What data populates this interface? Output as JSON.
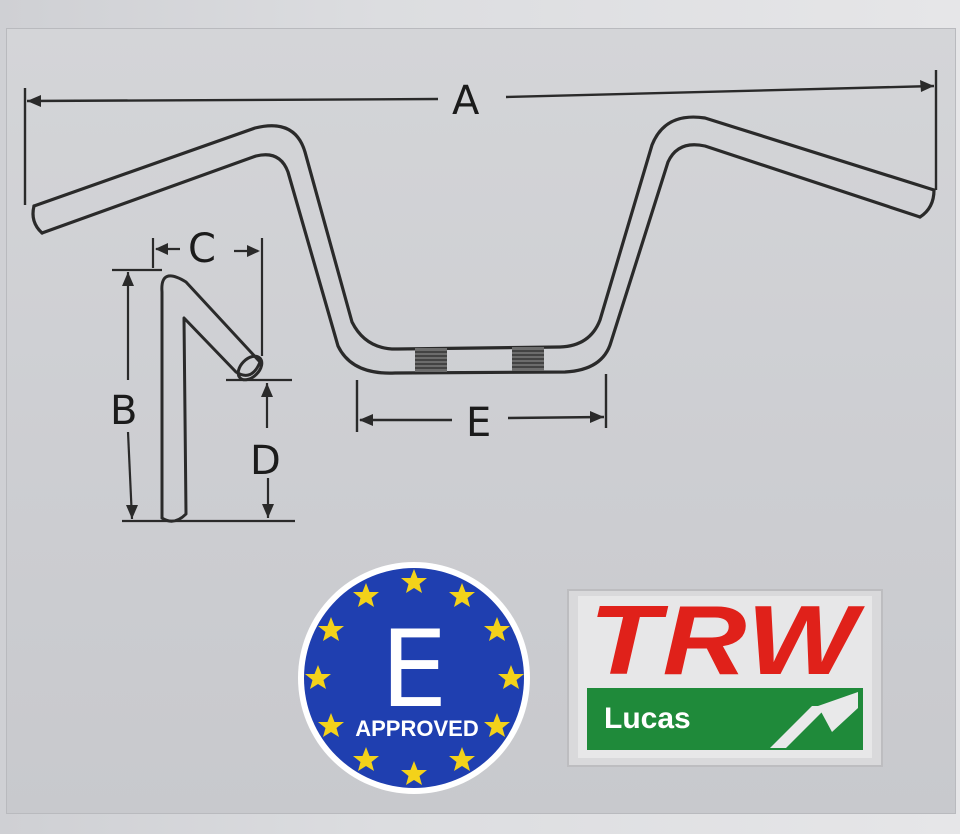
{
  "diagram": {
    "labels": {
      "a": "A",
      "b": "B",
      "c": "C",
      "d": "D",
      "e": "E"
    }
  },
  "badge": {
    "letter": "E",
    "text": "APPROVED",
    "background": "#1f3fb0",
    "star_color": "#f3d21a"
  },
  "logo": {
    "brand": "TRW",
    "sub_brand": "Lucas",
    "brand_color": "#e0211a",
    "sub_color": "#1f8a3a"
  }
}
